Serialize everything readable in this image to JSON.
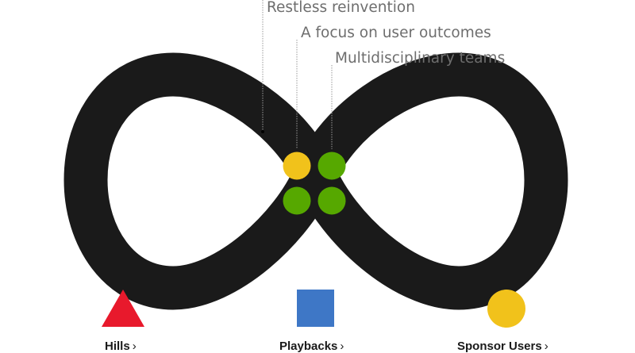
{
  "callouts": [
    {
      "label": "Restless reinvention",
      "dot_color": "#000000"
    },
    {
      "label": "A focus on user outcomes",
      "dot_color": "#f1c21b"
    },
    {
      "label": "Multidisciplinary teams",
      "dot_color": "#56a800"
    }
  ],
  "center_dots": [
    {
      "name": "dot-top-left",
      "color": "#f1c21b"
    },
    {
      "name": "dot-top-right",
      "color": "#56a800"
    },
    {
      "name": "dot-bottom-left",
      "color": "#56a800"
    },
    {
      "name": "dot-bottom-right",
      "color": "#56a800"
    }
  ],
  "loop_color": "#1a1a1a",
  "keys": [
    {
      "label": "Hills",
      "shape": "triangle-icon",
      "color": "#e8192c",
      "chevron": "›"
    },
    {
      "label": "Playbacks",
      "shape": "square-icon",
      "color": "#3e77c6",
      "chevron": "›"
    },
    {
      "label": "Sponsor Users",
      "shape": "circle-icon",
      "color": "#f1c21b",
      "chevron": "›"
    }
  ]
}
